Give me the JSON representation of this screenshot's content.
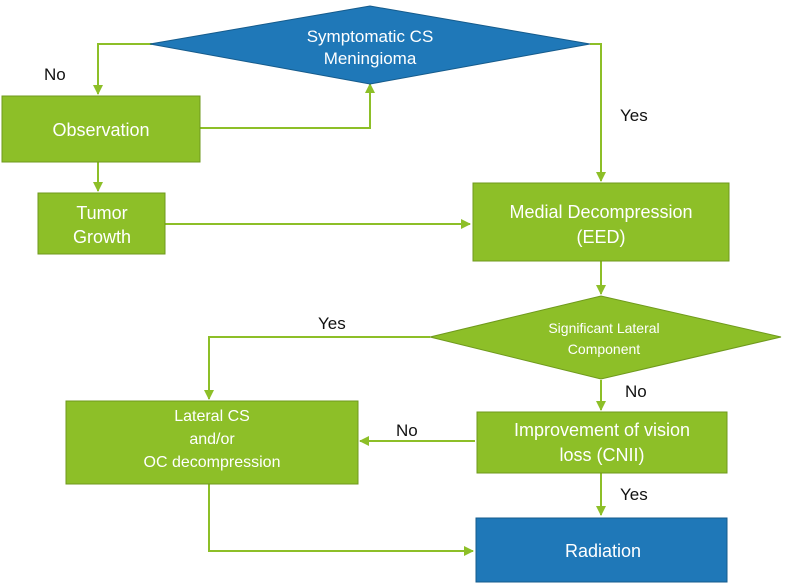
{
  "colors": {
    "green": "#8dbf28",
    "green_stroke": "#6f9a1c",
    "blue": "#1f78b8",
    "blue_stroke": "#155b8c",
    "arrow": "#8dbf28",
    "node_text": "#ffffff",
    "edge_text": "#111111"
  },
  "nodes": {
    "symptomatic": {
      "lines": [
        "Symptomatic CS",
        "Meningioma"
      ]
    },
    "observation": {
      "lines": [
        "Observation"
      ]
    },
    "tumor_growth": {
      "lines": [
        "Tumor",
        "Growth"
      ]
    },
    "medial_decompression": {
      "lines": [
        "Medial Decompression",
        "(EED)"
      ]
    },
    "significant_lateral": {
      "lines": [
        "Significant Lateral",
        "Component"
      ]
    },
    "lateral_cs": {
      "lines": [
        "Lateral CS",
        "and/or",
        "OC decompression"
      ]
    },
    "improvement": {
      "lines": [
        "Improvement of vision",
        "loss (CNII)"
      ]
    },
    "radiation": {
      "lines": [
        "Radiation"
      ]
    }
  },
  "edge_labels": {
    "symptomatic_no": "No",
    "symptomatic_yes": "Yes",
    "lateral_yes": "Yes",
    "lateral_no": "No",
    "improvement_no": "No",
    "improvement_yes": "Yes"
  }
}
